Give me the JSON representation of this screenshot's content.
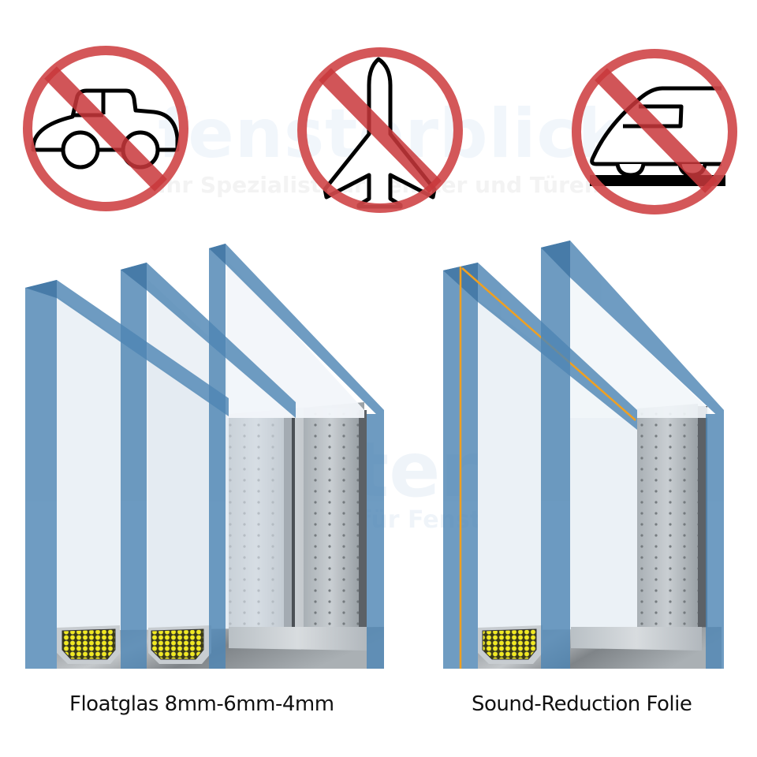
{
  "watermark": {
    "brand": "fensterblick",
    "tagline": "Ihr Spezialist für Fenster und Türen"
  },
  "prohibition_signs": [
    {
      "id": "car",
      "subject": "car-icon",
      "meaning": "no car noise"
    },
    {
      "id": "airplane",
      "subject": "airplane-icon",
      "meaning": "no airplane noise"
    },
    {
      "id": "train",
      "subject": "train-icon",
      "meaning": "no train noise"
    }
  ],
  "colors": {
    "prohibition_red": "#d0494b",
    "glass_edge_blue": "#4f86b4",
    "glass_pane": "#e4edf5",
    "spacer_gray": "#b8bec3",
    "desiccant_yellow": "#f2ea20",
    "foil_orange": "#f0a020"
  },
  "panels": [
    {
      "id": "triple-glazing",
      "caption": "Floatglas 8mm-6mm-4mm",
      "panes": [
        "8mm",
        "6mm",
        "4mm"
      ]
    },
    {
      "id": "laminated-glazing",
      "caption": "Sound-Reduction Folie",
      "panes": [
        "laminated with foil",
        "float"
      ]
    }
  ]
}
